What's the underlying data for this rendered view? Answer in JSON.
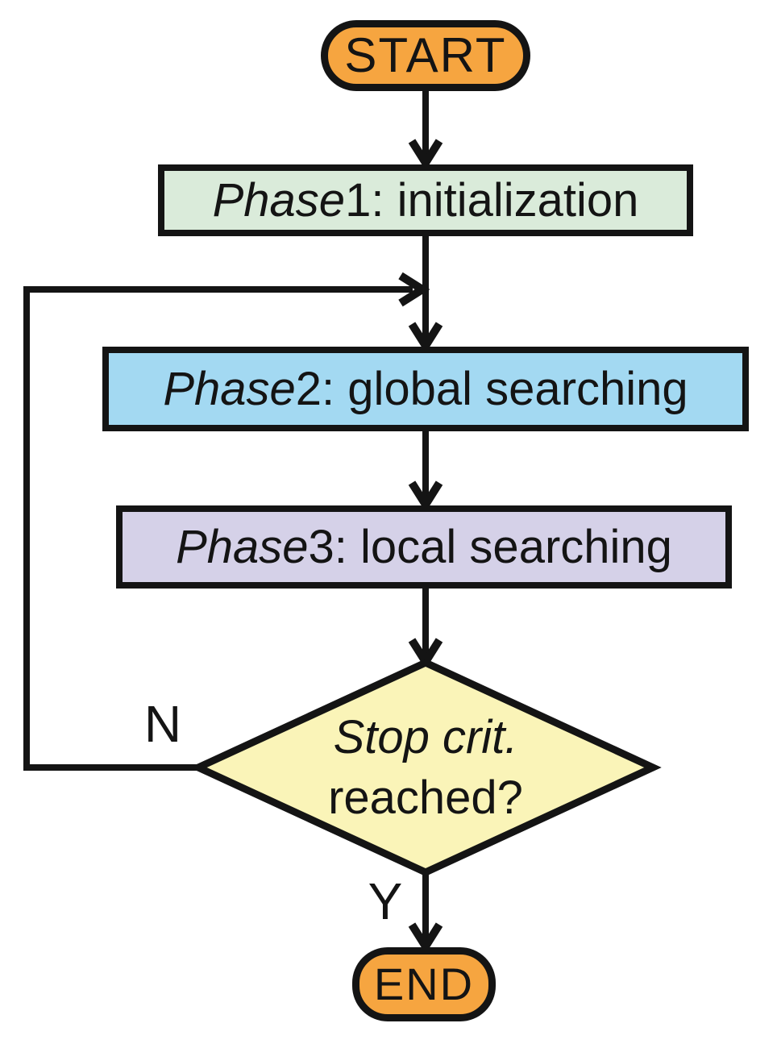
{
  "diagram": {
    "start": {
      "label": "START",
      "fill": "#F6A540"
    },
    "phase1": {
      "prefix": "Phase",
      "text": "1: initialization",
      "fill": "#DAEBDA"
    },
    "phase2": {
      "prefix": "Phase",
      "text": "2: global searching",
      "fill": "#A3D9F2"
    },
    "phase3": {
      "prefix": "Phase",
      "text": "3: local searching",
      "fill": "#D5D1E8"
    },
    "decision": {
      "line1": "Stop crit.",
      "line2": "reached?",
      "fill": "#FAF4B8"
    },
    "end": {
      "label": "END",
      "fill": "#F6A540"
    },
    "branch_no": "N",
    "branch_yes": "Y",
    "stroke_color": "#141414",
    "background": "#ffffff"
  }
}
